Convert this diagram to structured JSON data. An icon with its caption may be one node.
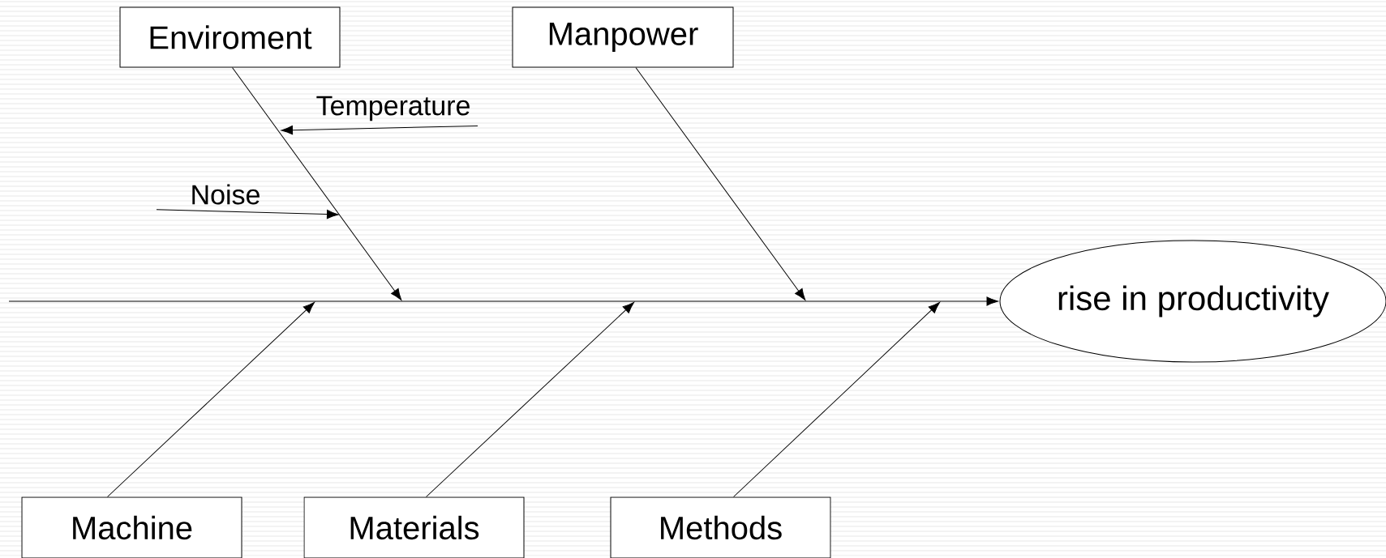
{
  "diagram": {
    "nodes": [
      {
        "text": [
          "Enviroment"
        ]
      },
      {
        "text": [
          "Manpower"
        ]
      },
      {
        "text": [
          "Temperature"
        ]
      },
      {
        "text": [
          "Noise"
        ]
      },
      {
        "text": [
          "rise in productivity"
        ]
      },
      {
        "text": [
          "Machine"
        ]
      },
      {
        "text": [
          "Materials"
        ]
      },
      {
        "text": [
          "Methods"
        ]
      }
    ],
    "edges": [
      {
        "from": null,
        "to": 4,
        "arrow": "to"
      },
      {
        "from": 0,
        "to": null,
        "arrow": "to"
      },
      {
        "from": 1,
        "to": null,
        "arrow": "to"
      },
      {
        "from": 5,
        "to": null,
        "arrow": "to"
      },
      {
        "from": 6,
        "to": null,
        "arrow": "to"
      },
      {
        "from": 7,
        "to": null,
        "arrow": "to"
      },
      {
        "from": 2,
        "to": null,
        "arrow": "to"
      },
      {
        "from": 3,
        "to": null,
        "arrow": "to"
      }
    ]
  }
}
